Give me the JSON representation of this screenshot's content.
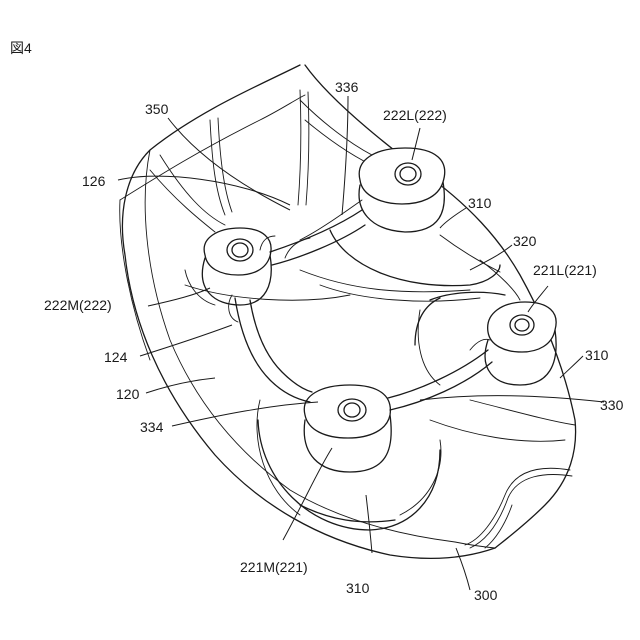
{
  "figure": {
    "title": "図4"
  },
  "labels": {
    "l350": "350",
    "l336": "336",
    "l222L": "222L(222)",
    "l126": "126",
    "l310a": "310",
    "l320": "320",
    "l221L": "221L(221)",
    "l222M": "222M(222)",
    "l310b": "310",
    "l124": "124",
    "l120": "120",
    "l330": "330",
    "l334": "334",
    "l221M": "221M(221)",
    "l310c": "310",
    "l300": "300"
  }
}
